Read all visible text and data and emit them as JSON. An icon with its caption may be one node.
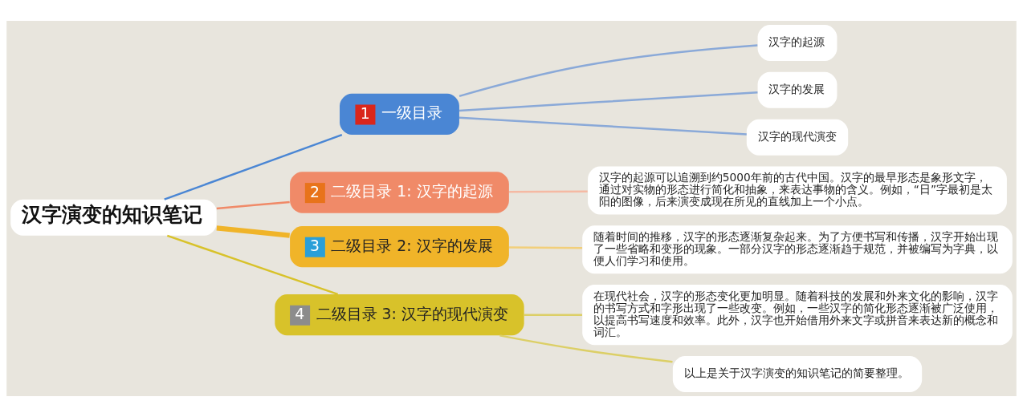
{
  "diagram": {
    "nodes": [
      {
        "text": [
          "汉字演变的知识笔记"
        ]
      },
      {
        "text": [
          "1",
          "一级目录"
        ]
      },
      {
        "text": [
          "汉字的起源"
        ]
      },
      {
        "text": [
          "汉字的发展"
        ]
      },
      {
        "text": [
          "汉字的现代演变"
        ]
      },
      {
        "text": [
          "2",
          "二级目录 1: 汉字的起源"
        ]
      },
      {
        "text": [
          "汉字的起源可以追溯到约5000年前的古代中国。汉字的最早形态是象形文字，通过对实物的形态进行简化和抽象，来表达事物的含义。例如，“日”字最初是太阳的图像，后来演变成现在所见的直线加上一个小点。"
        ]
      },
      {
        "text": [
          "3",
          "二级目录 2: 汉字的发展"
        ]
      },
      {
        "text": [
          "随着时间的推移，汉字的形态逐渐复杂起来。为了方便书写和传播，汉字开始出现了一些省略和变形的现象。一部分汉字的形态逐渐趋于规范，并被编写为字典，以便人们学习和使用。"
        ]
      },
      {
        "text": [
          "4",
          "二级目录 3: 汉字的现代演变"
        ]
      },
      {
        "text": [
          "在现代社会，汉字的形态变化更加明显。随着科技的发展和外来文化的影响，汉字的书写方式和字形出现了一些改变。例如，一些汉字的简化形态逐渐被广泛使用，以提高书写速度和效率。此外，汉字也开始借用外来文字或拼音来表达新的概念和词汇。"
        ]
      },
      {
        "text": [
          "以上是关于汉字演变的知识笔记的简要整理。"
        ]
      }
    ],
    "edges": [
      {
        "from": 0,
        "to": 1,
        "arrow": "none",
        "color": "#4a86d4"
      },
      {
        "from": 1,
        "to": 2,
        "arrow": "none",
        "color": "#8aa9d8"
      },
      {
        "from": 1,
        "to": 3,
        "arrow": "none",
        "color": "#8aa9d8"
      },
      {
        "from": 1,
        "to": 4,
        "arrow": "none",
        "color": "#8aa9d8"
      },
      {
        "from": 0,
        "to": 5,
        "arrow": "none",
        "color": "#f08a68"
      },
      {
        "from": 5,
        "to": 6,
        "arrow": "none",
        "color": "#f5b9a3"
      },
      {
        "from": 0,
        "to": 7,
        "arrow": "none",
        "style": "thick",
        "color": "#f0b429"
      },
      {
        "from": 7,
        "to": 8,
        "arrow": "none",
        "color": "#f2cf7a"
      },
      {
        "from": 0,
        "to": 9,
        "arrow": "none",
        "color": "#d8c22a"
      },
      {
        "from": 9,
        "to": 10,
        "arrow": "none",
        "color": "#dccf66"
      },
      {
        "from": 9,
        "to": 11,
        "arrow": "none",
        "color": "#dccf66"
      }
    ]
  }
}
